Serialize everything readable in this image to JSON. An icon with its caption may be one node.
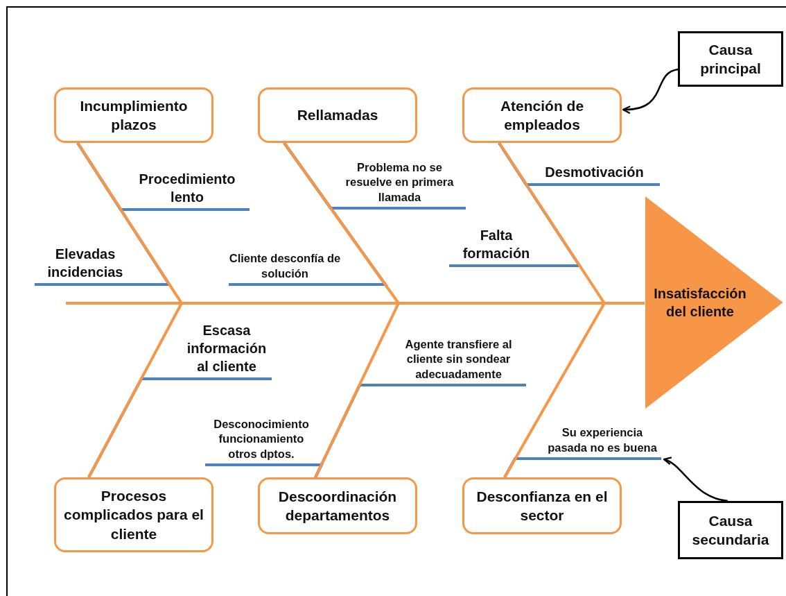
{
  "diagram": {
    "nodes": [
      {
        "text": [
          "Incumplimiento plazos"
        ]
      },
      {
        "text": [
          "Rellamadas"
        ]
      },
      {
        "text": [
          "Atención de empleados"
        ]
      },
      {
        "text": [
          "Causa principal"
        ]
      },
      {
        "text": [
          "Procedimiento lento"
        ]
      },
      {
        "text": [
          "Problema no se resuelve en primera llamada"
        ]
      },
      {
        "text": [
          "Desmotivación"
        ]
      },
      {
        "text": [
          "Elevadas incidencias"
        ]
      },
      {
        "text": [
          "Cliente desconfía de solución"
        ]
      },
      {
        "text": [
          "Falta formación"
        ]
      },
      {
        "text": [
          "Insatisfacción del cliente"
        ]
      },
      {
        "text": [
          "Escasa información al cliente"
        ]
      },
      {
        "text": [
          "Agente transfiere al cliente sin sondear adecuadamente"
        ]
      },
      {
        "text": [
          "Desconocimiento funcionamiento otros dptos."
        ]
      },
      {
        "text": [
          "Su experiencia pasada no es buena"
        ]
      },
      {
        "text": [
          "Procesos complicados para el cliente"
        ]
      },
      {
        "text": [
          "Descoordinación departamentos"
        ]
      },
      {
        "text": [
          "Desconfianza en el sector"
        ]
      },
      {
        "text": [
          "Causa secundaria"
        ]
      }
    ],
    "edges": [
      {
        "from": 0,
        "to": 10,
        "arrow": "none",
        "color": "#f79646"
      },
      {
        "from": 1,
        "to": 10,
        "arrow": "none",
        "color": "#f79646"
      },
      {
        "from": 2,
        "to": 10,
        "arrow": "none",
        "color": "#f79646"
      },
      {
        "from": 15,
        "to": 10,
        "arrow": "none",
        "color": "#f79646"
      },
      {
        "from": 16,
        "to": 10,
        "arrow": "none",
        "color": "#f79646"
      },
      {
        "from": 17,
        "to": 10,
        "arrow": "none",
        "color": "#f79646"
      },
      {
        "from": 4,
        "to": 0,
        "arrow": "none"
      },
      {
        "from": 7,
        "to": 0,
        "arrow": "none"
      },
      {
        "from": 5,
        "to": 1,
        "arrow": "none"
      },
      {
        "from": 8,
        "to": 1,
        "arrow": "none"
      },
      {
        "from": 6,
        "to": 2,
        "arrow": "none"
      },
      {
        "from": 9,
        "to": 2,
        "arrow": "none"
      },
      {
        "from": 11,
        "to": 15,
        "arrow": "none"
      },
      {
        "from": 12,
        "to": 16,
        "arrow": "none"
      },
      {
        "from": 13,
        "to": 16,
        "arrow": "none"
      },
      {
        "from": 14,
        "to": 17,
        "arrow": "none"
      },
      {
        "from": 3,
        "to": 2,
        "arrow": "to",
        "color": "#000000"
      },
      {
        "from": 18,
        "to": 14,
        "arrow": "to",
        "color": "#000000"
      }
    ]
  }
}
